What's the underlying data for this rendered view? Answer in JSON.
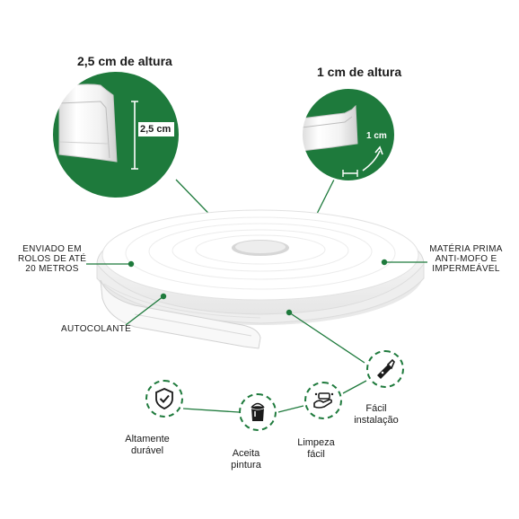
{
  "headers": {
    "left": "2,5 cm de altura",
    "right": "1 cm  de altura"
  },
  "dimension_labels": {
    "left": "2,5 cm",
    "right": "1 cm"
  },
  "callouts": {
    "rolls": [
      "ENVIADO EM",
      "ROLOS DE ATÉ",
      "20 METROS"
    ],
    "material": [
      "MATÉRIA PRIMA",
      "ANTI-MOFO E",
      "IMPERMEÁVEL"
    ],
    "adhesive": "AUTOCOLANTE"
  },
  "features": [
    {
      "icon": "shield-check-icon",
      "label": [
        "Altamente",
        "durável"
      ]
    },
    {
      "icon": "paint-bucket-icon",
      "label": [
        "Aceita",
        "pintura"
      ]
    },
    {
      "icon": "cleaning-hands-icon",
      "label": [
        "Limpeza",
        "fácil"
      ]
    },
    {
      "icon": "utility-knife-icon",
      "label": [
        "Fácil",
        "instalação"
      ]
    }
  ],
  "colors": {
    "accent_green": "#1e7a3c",
    "dark_green": "#145a2b",
    "profile_white": "#f7f7f7"
  }
}
